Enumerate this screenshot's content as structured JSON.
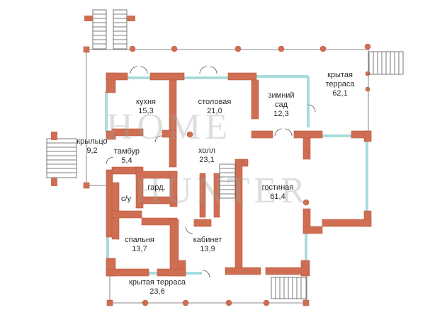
{
  "colors": {
    "wall": "#cf6e52",
    "wall_edge": "#b95a40",
    "window": "#a9dcdc",
    "line": "#8a8a8a",
    "text": "#2b2b2b"
  },
  "watermark": {
    "line1": "HOME",
    "line2": "HUNTER"
  },
  "rooms": {
    "kitchen": {
      "name": "кухня",
      "area": "15,3"
    },
    "dining": {
      "name": "столовая",
      "area": "21,0"
    },
    "winter_garden": {
      "name_line1": "зимний",
      "name_line2": "сад",
      "area": "12,3"
    },
    "terrace_top": {
      "name_line1": "крытая",
      "name_line2": "терраса",
      "area": "62,1"
    },
    "porch": {
      "name": "крыльцо",
      "area": "9,2"
    },
    "vestibule": {
      "name": "тамбур",
      "area": "5,4"
    },
    "hall": {
      "name": "холл",
      "area": "23,1"
    },
    "wardrobe": {
      "name": "гард."
    },
    "wc": {
      "name": "с/у"
    },
    "living": {
      "name": "гостиная",
      "area": "61,4"
    },
    "bedroom": {
      "name": "спальня",
      "area": "13,7"
    },
    "study": {
      "name": "кабинет",
      "area": "13,9"
    },
    "terrace_bottom": {
      "name": "крытая терраса",
      "area": "23,6"
    }
  }
}
